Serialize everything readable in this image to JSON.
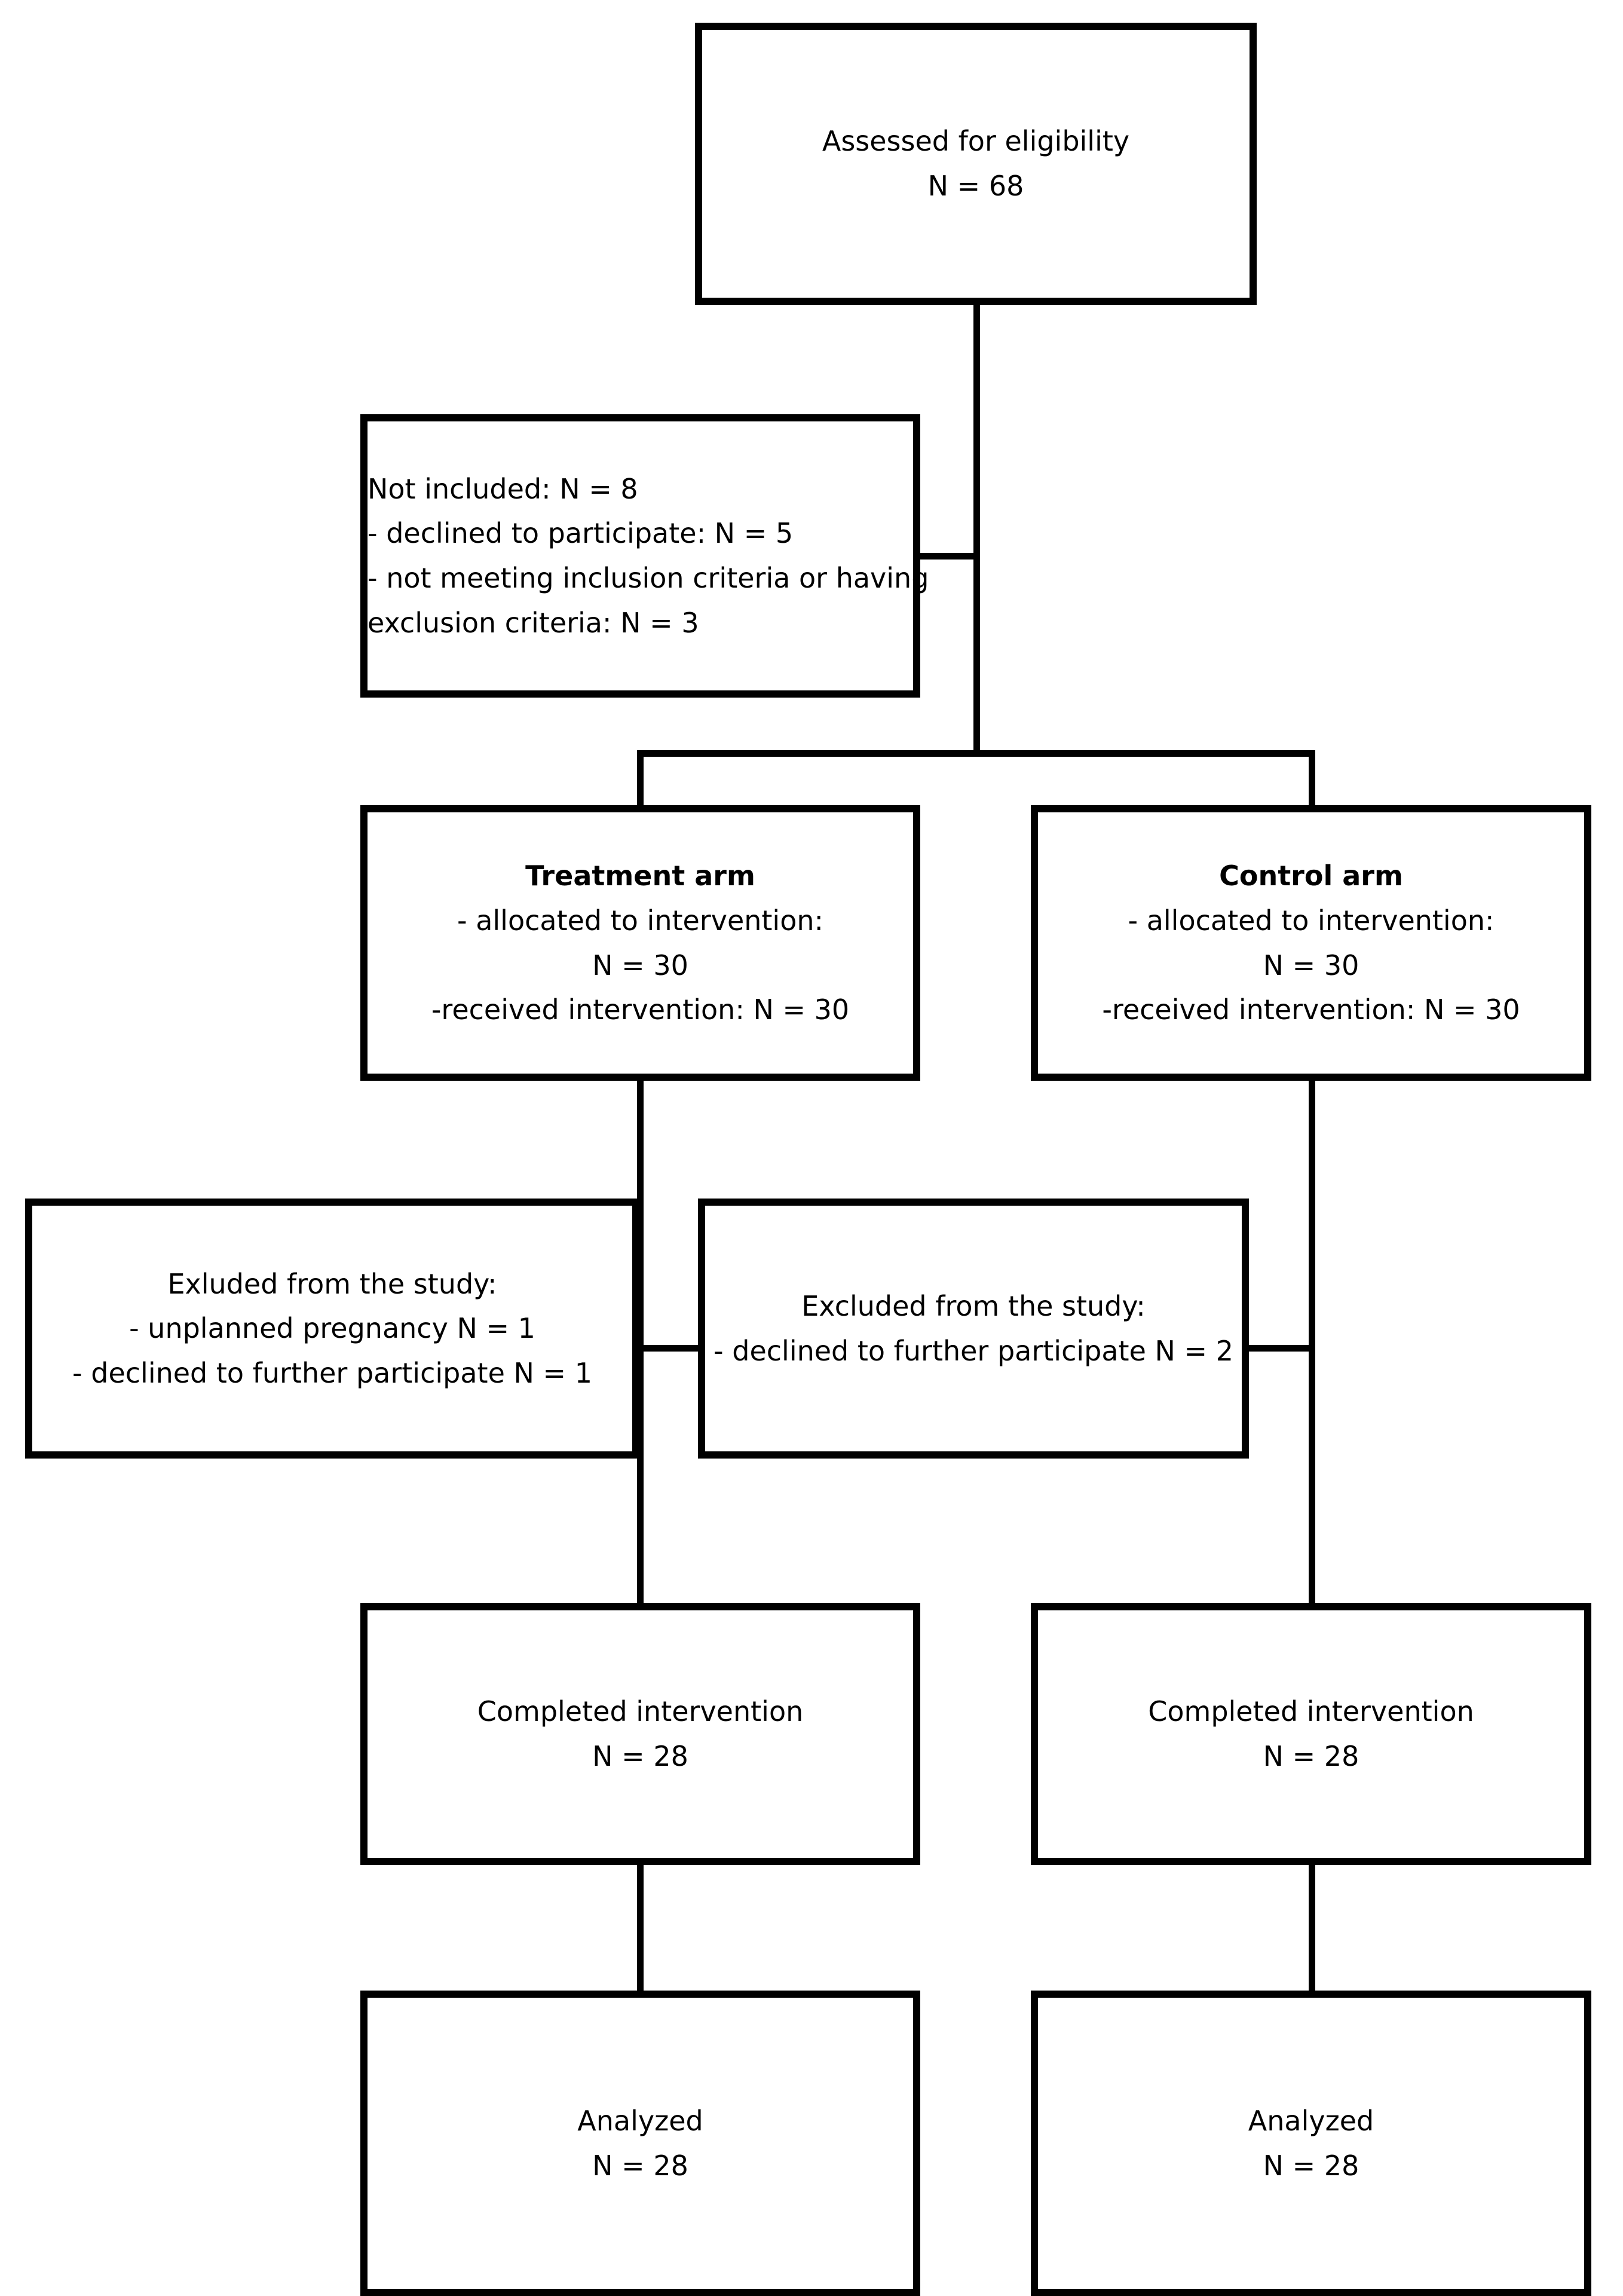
{
  "diagram": {
    "type": "consort-flow-diagram",
    "title": "CONSORT participant flow diagram",
    "stroke_color": "#000000",
    "background_color": "#ffffff",
    "nodes": {
      "eligibility": {
        "name": "assessed-for-eligibility",
        "lines": [
          "Assessed for eligibility",
          "N = 68"
        ],
        "line1": "Assessed for eligibility",
        "line2": "N = 68",
        "n": 68
      },
      "not_included": {
        "name": "not-included",
        "line1": "Not included: N = 8",
        "line2": "- declined to participate: N = 5",
        "line3": "- not meeting inclusion criteria or having exclusion criteria: N = 3",
        "n_total": 8,
        "n_declined": 5,
        "n_criteria": 3
      },
      "treatment_arm": {
        "name": "treatment-arm",
        "heading": "Treatment arm",
        "line1": "- allocated to intervention:",
        "line2": "N = 30",
        "line3": "-received intervention: N = 30",
        "n_allocated": 30,
        "n_received": 30
      },
      "control_arm": {
        "name": "control-arm",
        "heading": "Control arm",
        "line1": "- allocated to intervention:",
        "line2": "N = 30",
        "line3": "-received intervention: N = 30",
        "n_allocated": 30,
        "n_received": 30
      },
      "excluded_treatment": {
        "name": "excluded-treatment-arm",
        "line1": "Exluded from the study:",
        "line2": "- unplanned pregnancy N = 1",
        "line3": "- declined to further participate N = 1",
        "n_pregnancy": 1,
        "n_declined": 1
      },
      "excluded_control": {
        "name": "excluded-control-arm",
        "line1": "Excluded from the study:",
        "line2": "- declined to further participate N = 2",
        "n_declined": 2
      },
      "completed_treatment": {
        "name": "completed-intervention-treatment",
        "line1": "Completed intervention",
        "line2": "N = 28",
        "n": 28
      },
      "completed_control": {
        "name": "completed-intervention-control",
        "line1": "Completed intervention",
        "line2": "N = 28",
        "n": 28
      },
      "analyzed_treatment": {
        "name": "analyzed-treatment",
        "line1": "Analyzed",
        "line2": "N = 28",
        "n": 28
      },
      "analyzed_control": {
        "name": "analyzed-control",
        "line1": "Analyzed",
        "line2": "N = 28",
        "n": 28
      }
    }
  }
}
